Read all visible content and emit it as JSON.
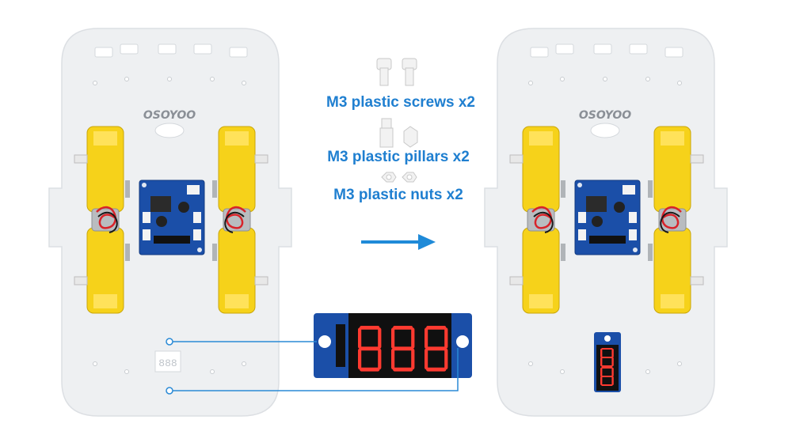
{
  "brand_logo": "OSOYOO",
  "parts": [
    {
      "label": "M3 plastic screws x2"
    },
    {
      "label": "M3 plastic pillars x2"
    },
    {
      "label": "M3 plastic nuts x2"
    }
  ],
  "colors": {
    "label": "#1f7fd0",
    "arrow": "#1f8ad8",
    "wire": "#2a8ad6",
    "motor": "#f6d21a",
    "board": "#1b4fa8",
    "chassis": "#eef0f2"
  },
  "icons": [
    "arrow-right-icon"
  ]
}
